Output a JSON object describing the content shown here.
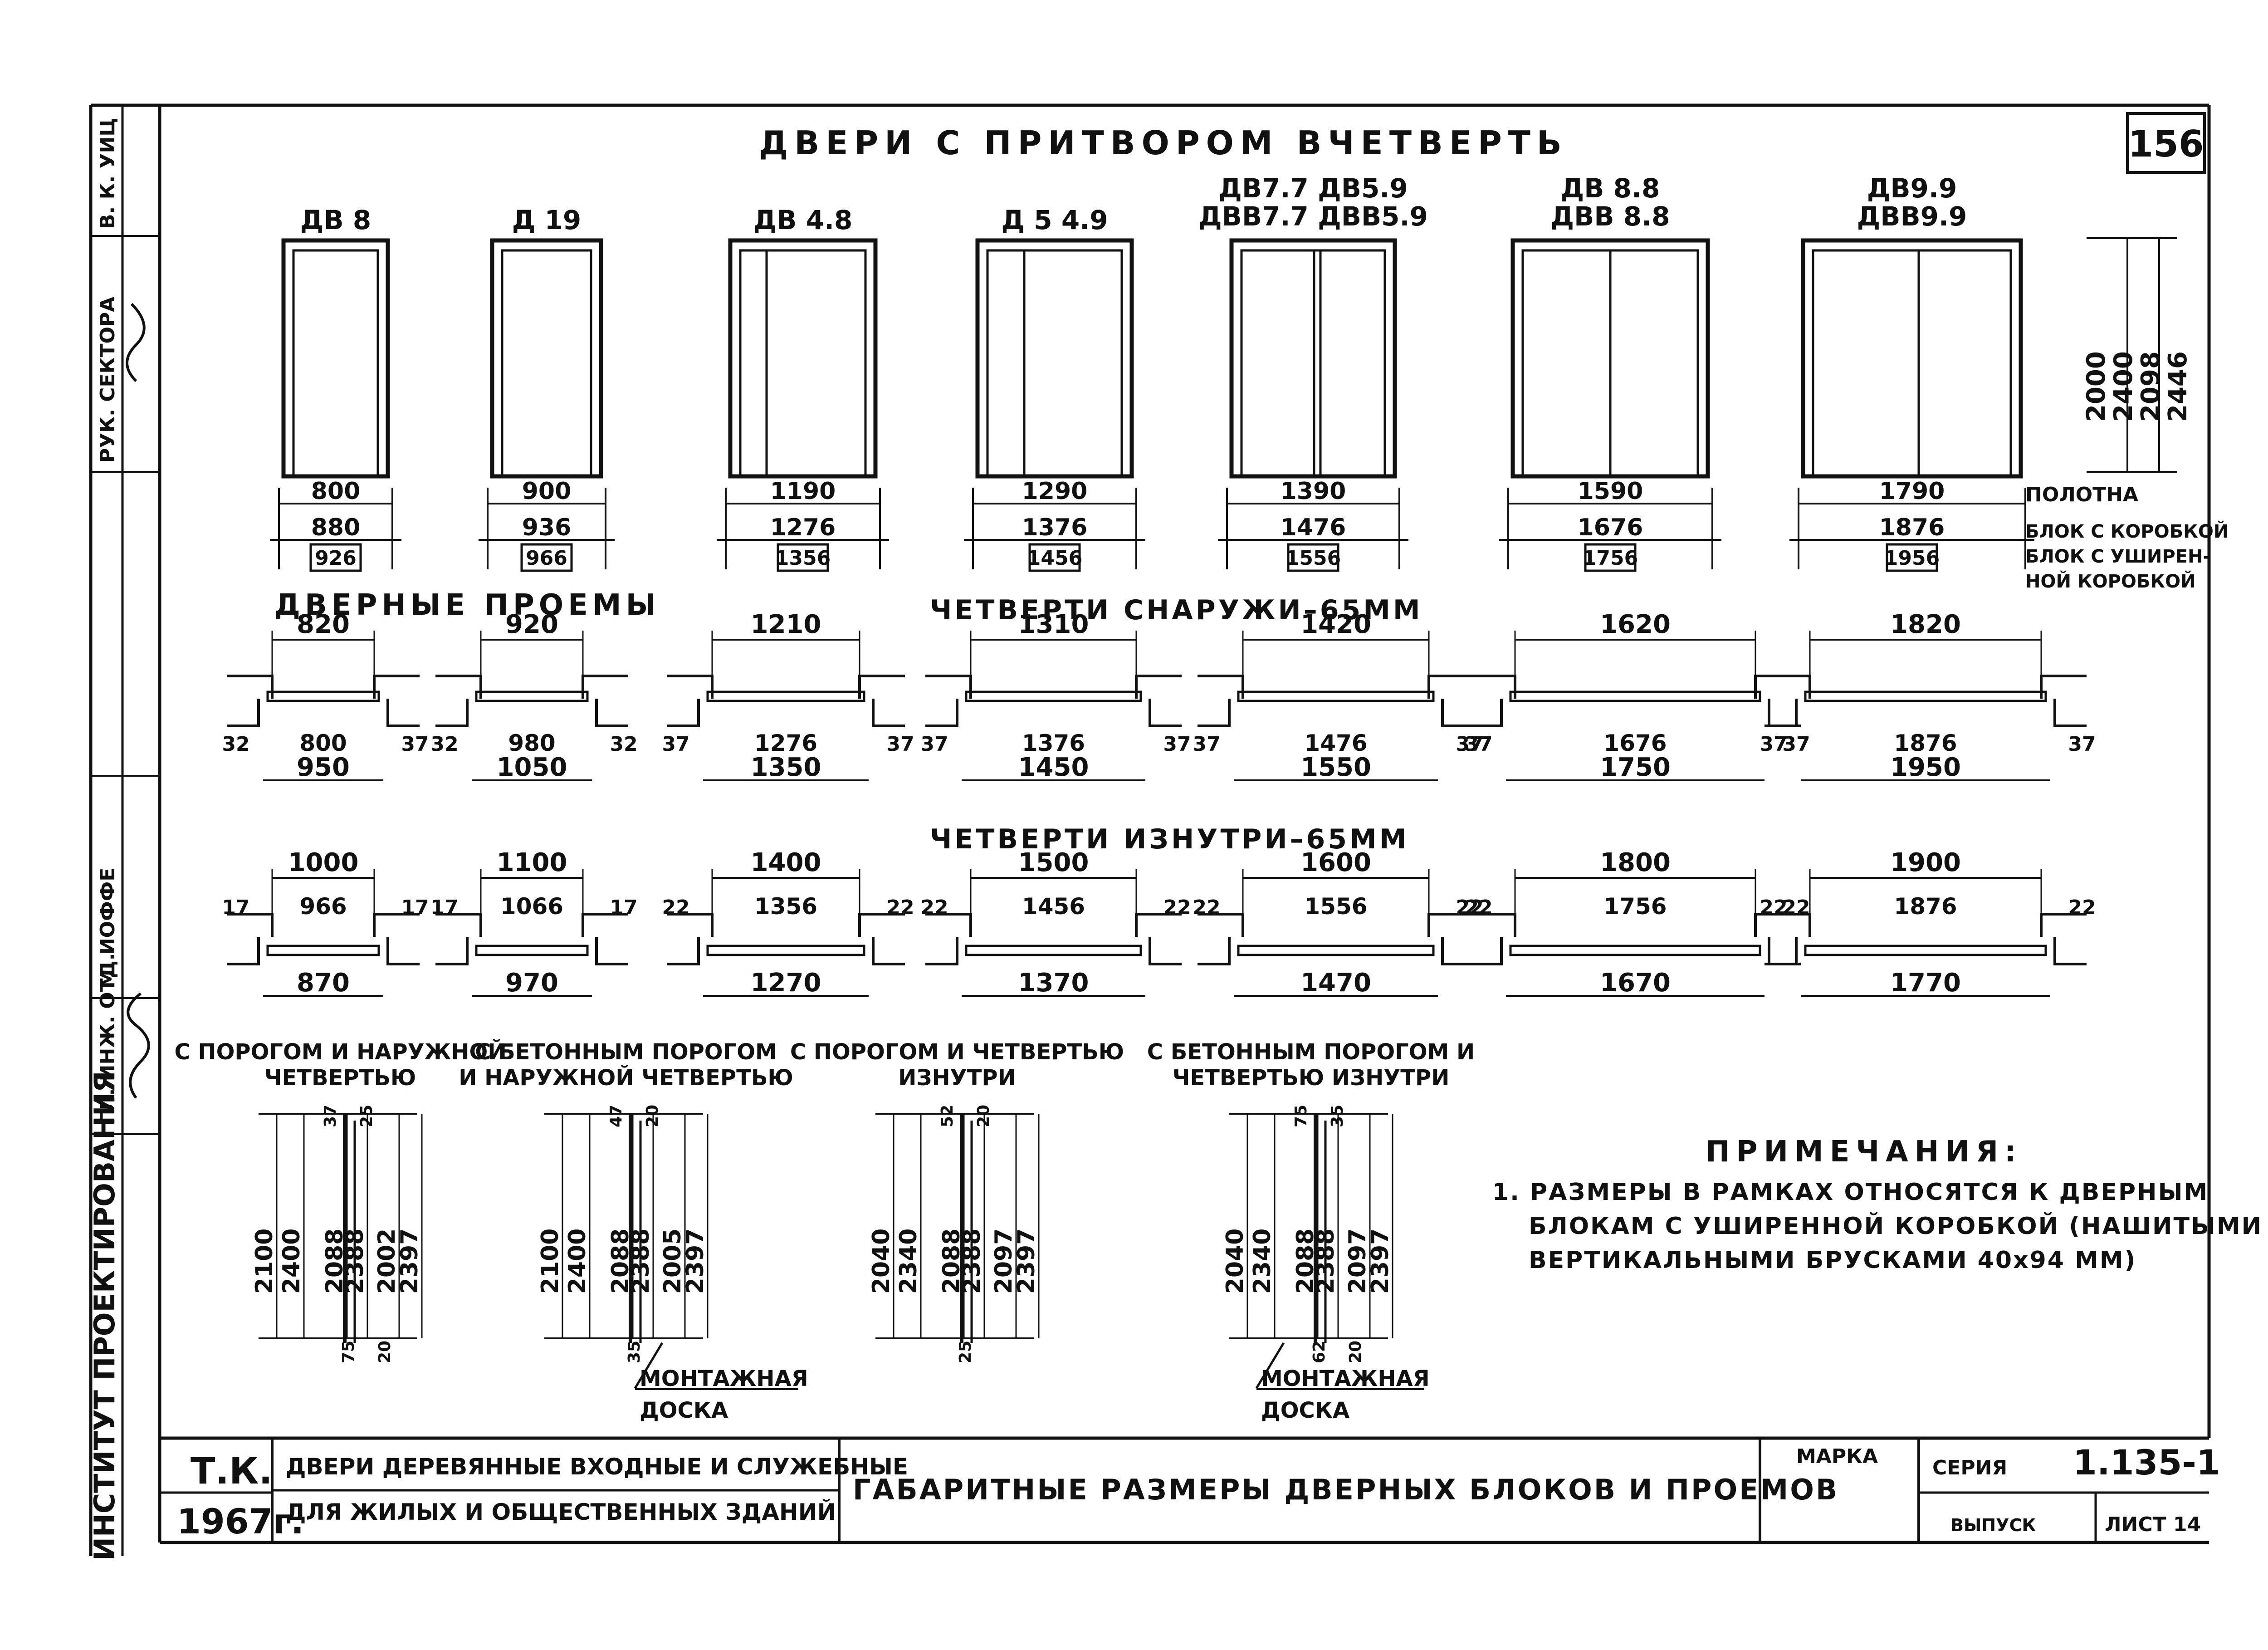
{
  "title": "ДВЕРИ С ПРИТВОРОМ ВЧЕТВЕРТЬ",
  "sheet_corner_no": "156",
  "door_types": [
    {
      "marks": [
        "ДВ 8"
      ],
      "w_leaf": "800",
      "w_block": "880",
      "w_wide": "926"
    },
    {
      "marks": [
        "Д 19"
      ],
      "w_leaf": "900",
      "w_block": "936",
      "w_wide": "966"
    },
    {
      "marks": [
        "ДВ 4.8"
      ],
      "w_leaf": "1190",
      "w_block": "1276",
      "w_wide": "1356"
    },
    {
      "marks": [
        "Д 5 4.9"
      ],
      "w_leaf": "1290",
      "w_block": "1376",
      "w_wide": "1456"
    },
    {
      "marks": [
        "ДВ7.7  ДВ5.9",
        "ДВВ7.7  ДВВ5.9"
      ],
      "w_leaf": "1390",
      "w_block": "1476",
      "w_wide": "1556"
    },
    {
      "marks": [
        "ДВ 8.8",
        "ДВВ 8.8"
      ],
      "w_leaf": "1590",
      "w_block": "1676",
      "w_wide": "1756"
    },
    {
      "marks": [
        "ДВ9.9",
        "ДВВ9.9"
      ],
      "w_leaf": "1790",
      "w_block": "1876",
      "w_wide": "1956"
    }
  ],
  "height_labels": [
    "2000",
    "2400",
    "2098",
    "2446"
  ],
  "legend": [
    "ПОЛОТНА",
    "БЛОК С КОРОБКОЙ",
    "БЛОК С УШИРЕН-",
    "НОЙ КОРОБКОЙ"
  ],
  "section1_title": "ДВЕРНЫЕ ПРОЕМЫ",
  "section1_subtitle": "ЧЕТВЕРТИ СНАРУЖИ–65ММ",
  "row1": [
    {
      "top": "820",
      "mid": "800",
      "bot": "950",
      "l": "32",
      "r": "37"
    },
    {
      "top": "920",
      "mid": "980",
      "bot": "1050",
      "l": "32",
      "r": "32"
    },
    {
      "top": "1210",
      "mid": "1276",
      "bot": "1350",
      "l": "37",
      "r": "37"
    },
    {
      "top": "1310",
      "mid": "1376",
      "bot": "1450",
      "l": "37",
      "r": "37"
    },
    {
      "top": "1420",
      "mid": "1476",
      "bot": "1550",
      "l": "37",
      "r": "37"
    },
    {
      "top": "1620",
      "mid": "1676",
      "bot": "1750",
      "l": "37",
      "r": "37"
    },
    {
      "top": "1820",
      "mid": "1876",
      "bot": "1950",
      "l": "37",
      "r": "37"
    }
  ],
  "section2_subtitle": "ЧЕТВЕРТИ ИЗНУТРИ–65ММ",
  "row2": [
    {
      "top": "1000",
      "mid": "966",
      "bot": "870",
      "l": "17",
      "r": "17"
    },
    {
      "top": "1100",
      "mid": "1066",
      "bot": "970",
      "l": "17",
      "r": "17"
    },
    {
      "top": "1400",
      "mid": "1356",
      "bot": "1270",
      "l": "22",
      "r": "22"
    },
    {
      "top": "1500",
      "mid": "1456",
      "bot": "1370",
      "l": "22",
      "r": "22"
    },
    {
      "top": "1600",
      "mid": "1556",
      "bot": "1470",
      "l": "22",
      "r": "22"
    },
    {
      "top": "1800",
      "mid": "1756",
      "bot": "1670",
      "l": "22",
      "r": "22"
    },
    {
      "top": "1900",
      "mid": "1876",
      "bot": "1770",
      "l": "22",
      "r": "22"
    }
  ],
  "vertical_sections": [
    {
      "caption": [
        "С ПОРОГОМ И НАРУЖНОЙ",
        "ЧЕТВЕРТЬЮ"
      ],
      "dims": [
        "2100",
        "2400",
        "2088",
        "2388",
        "2002",
        "2397"
      ],
      "small": [
        "37",
        "75",
        "25",
        "20"
      ]
    },
    {
      "caption": [
        "С БЕТОННЫМ ПОРОГОМ",
        "И НАРУЖНОЙ ЧЕТВЕРТЬЮ"
      ],
      "dims": [
        "2100",
        "2400",
        "2088",
        "2388",
        "2005",
        "2397"
      ],
      "small": [
        "47",
        "35",
        "20"
      ]
    },
    {
      "caption": [
        "С ПОРОГОМ И ЧЕТВЕРТЬЮ",
        "ИЗНУТРИ"
      ],
      "dims": [
        "2040",
        "2340",
        "2088",
        "2388",
        "2097",
        "2397"
      ],
      "small": [
        "52",
        "25",
        "20"
      ]
    },
    {
      "caption": [
        "С БЕТОННЫМ ПОРОГОМ И",
        "ЧЕТВЕРТЬЮ ИЗНУТРИ"
      ],
      "dims": [
        "2040",
        "2340",
        "2088",
        "2388",
        "2097",
        "2397"
      ],
      "small": [
        "75",
        "62",
        "35",
        "20"
      ]
    }
  ],
  "mounting_board": [
    "МОНТАЖНАЯ",
    "ДОСКА"
  ],
  "notes_title": "ПРИМЕЧАНИЯ:",
  "notes": [
    "1. РАЗМЕРЫ В РАМКАХ ОТНОСЯТСЯ К ДВЕРНЫМ",
    "БЛОКАМ С УШИРЕННОЙ КОРОБКОЙ (НАШИТЫМИ",
    "ВЕРТИКАЛЬНЫМИ БРУСКАМИ 40х94 ММ)"
  ],
  "side_stamp": {
    "institute": "ИНСТИТУТ ПРОЕКТИРОВАНИЯ",
    "chief_engineer": "ГЛ. ИНЖ. ОТД.",
    "name1": "М. ИОФФЕ",
    "sector_head": "РУК. СЕКТОРА",
    "name2": "В. К. УИЦ"
  },
  "title_block": {
    "tk": "Т.К.",
    "year": "1967г.",
    "subject_line1": "ДВЕРИ ДЕРЕВЯННЫЕ ВХОДНЫЕ И СЛУЖЕБНЫЕ",
    "subject_line2": "ДЛЯ ЖИЛЫХ И ОБЩЕСТВЕННЫХ ЗДАНИЙ",
    "sheet_title": "ГАБАРИТНЫЕ РАЗМЕРЫ ДВЕРНЫХ БЛОКОВ И ПРОЕМОВ",
    "marka_label": "МАРКА",
    "series_label": "СЕРИЯ",
    "series_value": "1.135-1",
    "issue_label": "ВЫПУСК",
    "sheet_label": "ЛИСТ 14"
  }
}
